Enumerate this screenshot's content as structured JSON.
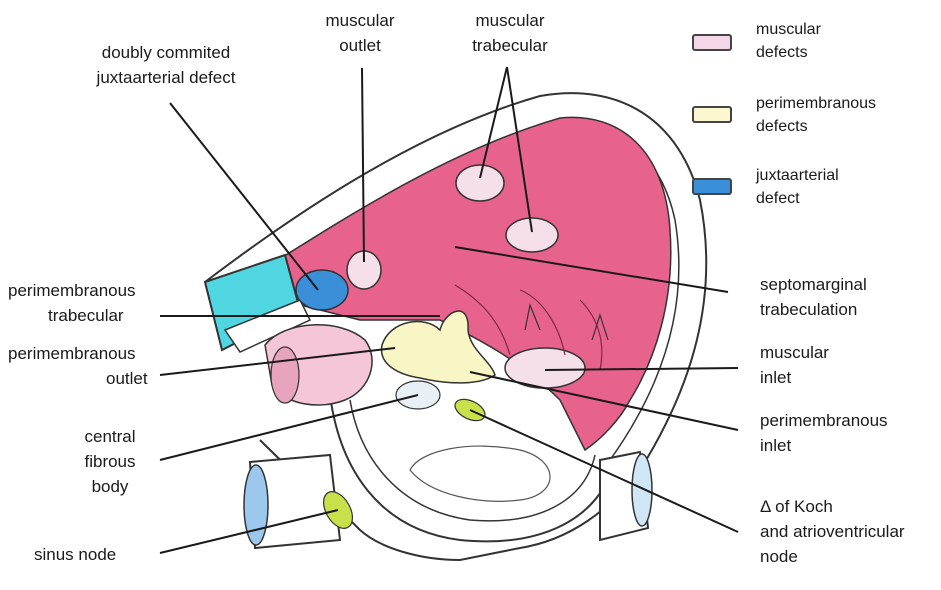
{
  "colors": {
    "muscular": "#e8628e",
    "muscular_light": "#f7d9e4",
    "perimembranous": "#f8f6c4",
    "juxtaarterial": "#3b8fd8",
    "aorta": "#4fd6e0",
    "node": "#c8e04a",
    "outline": "#333333",
    "background": "#ffffff"
  },
  "legend": [
    {
      "lines": [
        "muscular",
        "defects"
      ],
      "swatch_color": "#f4d7e6"
    },
    {
      "lines": [
        "perimembranous",
        "defects"
      ],
      "swatch_color": "#fbf8cf"
    },
    {
      "lines": [
        "juxtaarterial",
        "defect"
      ],
      "swatch_color": "#3b8fd8"
    }
  ],
  "labels": {
    "doubly_committed": [
      "doubly commited",
      "juxtaarterial defect"
    ],
    "muscular_outlet": [
      "muscular",
      "outlet"
    ],
    "muscular_trabecular": [
      "muscular",
      "trabecular"
    ],
    "perimembranous_trabecular": [
      "perimembranous",
      "trabecular"
    ],
    "perimembranous_outlet": [
      "perimembranous",
      "outlet"
    ],
    "central_fibrous_body": [
      "central",
      "fibrous",
      "body"
    ],
    "sinus_node": [
      "sinus node"
    ],
    "septomarginal": [
      "septomarginal",
      "trabeculation"
    ],
    "muscular_inlet": [
      "muscular",
      "inlet"
    ],
    "perimembranous_inlet": [
      "perimembranous",
      "inlet"
    ],
    "koch": [
      "Δ of Koch",
      "and atrioventricular",
      "node"
    ]
  }
}
